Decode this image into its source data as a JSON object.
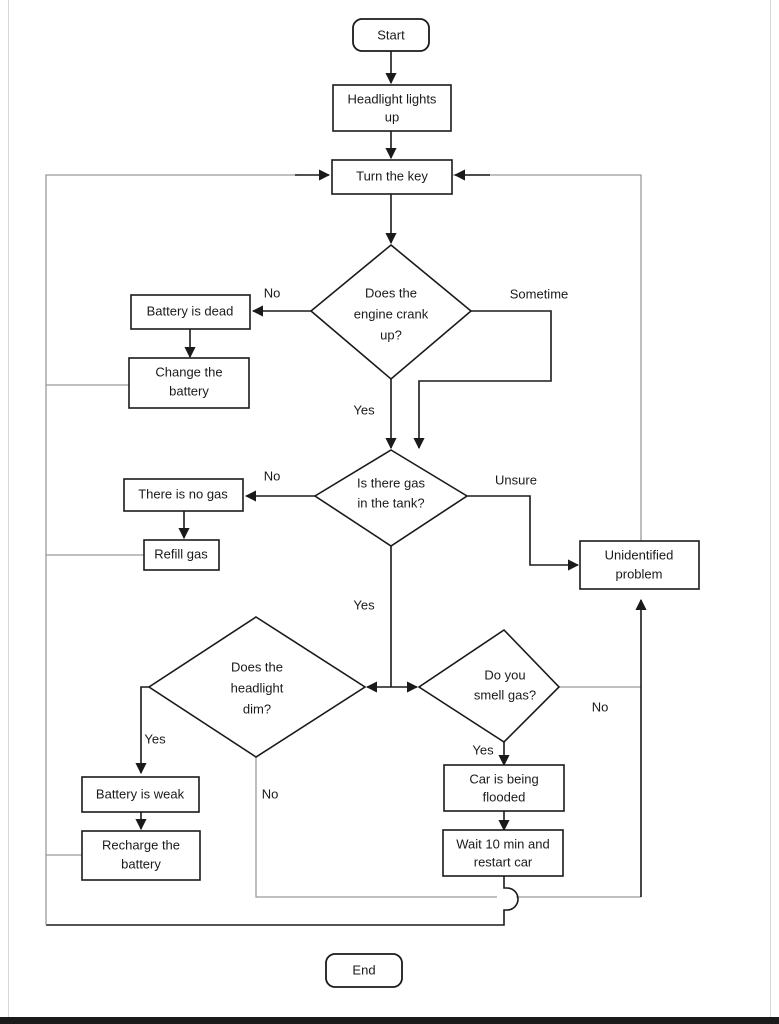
{
  "diagram": {
    "title": "Car will not start troubleshooting flowchart",
    "type": "flowchart",
    "colors": {
      "stroke": "#1a1a1a",
      "fill": "#ffffff",
      "faint_stroke": "#9a9a9a",
      "page_edge": "#d9d9d9",
      "bottom_bar": "#1a1a1a"
    },
    "nodes": [
      {
        "id": "start",
        "shape": "terminator",
        "lines": [
          "Start"
        ]
      },
      {
        "id": "headlight",
        "shape": "process",
        "lines": [
          "Headlight lights",
          "up"
        ]
      },
      {
        "id": "turnkey",
        "shape": "process",
        "lines": [
          "Turn the key"
        ]
      },
      {
        "id": "crank",
        "shape": "decision",
        "lines": [
          "Does the",
          "engine crank",
          "up?"
        ]
      },
      {
        "id": "batdead",
        "shape": "process",
        "lines": [
          "Battery is dead"
        ]
      },
      {
        "id": "changebat",
        "shape": "process",
        "lines": [
          "Change the",
          "battery"
        ]
      },
      {
        "id": "gas",
        "shape": "decision",
        "lines": [
          "Is there gas",
          "in the tank?"
        ]
      },
      {
        "id": "nogas",
        "shape": "process",
        "lines": [
          "There is no gas"
        ]
      },
      {
        "id": "refill",
        "shape": "process",
        "lines": [
          "Refill gas"
        ]
      },
      {
        "id": "unidentified",
        "shape": "process",
        "lines": [
          "Unidentified",
          "problem"
        ]
      },
      {
        "id": "dim",
        "shape": "decision",
        "lines": [
          "Does the",
          "headlight",
          "dim?"
        ]
      },
      {
        "id": "smell",
        "shape": "decision",
        "lines": [
          "Do you",
          "smell gas?"
        ]
      },
      {
        "id": "batweak",
        "shape": "process",
        "lines": [
          "Battery is weak"
        ]
      },
      {
        "id": "recharge",
        "shape": "process",
        "lines": [
          "Recharge the",
          "battery"
        ]
      },
      {
        "id": "flooded",
        "shape": "process",
        "lines": [
          "Car is being",
          "flooded"
        ]
      },
      {
        "id": "wait",
        "shape": "process",
        "lines": [
          "Wait 10 min and",
          "restart car"
        ]
      },
      {
        "id": "end",
        "shape": "terminator",
        "lines": [
          "End"
        ]
      }
    ],
    "edge_labels": [
      {
        "id": "crank-no",
        "text": "No"
      },
      {
        "id": "crank-some",
        "text": "Sometime"
      },
      {
        "id": "crank-yes",
        "text": "Yes"
      },
      {
        "id": "gas-no",
        "text": "No"
      },
      {
        "id": "gas-unsure",
        "text": "Unsure"
      },
      {
        "id": "gas-yes",
        "text": "Yes"
      },
      {
        "id": "dim-yes",
        "text": "Yes"
      },
      {
        "id": "dim-no",
        "text": "No"
      },
      {
        "id": "smell-yes",
        "text": "Yes"
      },
      {
        "id": "smell-no",
        "text": "No"
      }
    ],
    "edges": [
      {
        "from": "start",
        "to": "headlight",
        "label": ""
      },
      {
        "from": "headlight",
        "to": "turnkey",
        "label": ""
      },
      {
        "from": "turnkey",
        "to": "crank",
        "label": ""
      },
      {
        "from": "crank",
        "to": "batdead",
        "label": "No"
      },
      {
        "from": "crank",
        "to": "gas",
        "label": "Sometime"
      },
      {
        "from": "crank",
        "to": "gas",
        "label": "Yes"
      },
      {
        "from": "batdead",
        "to": "changebat",
        "label": ""
      },
      {
        "from": "changebat",
        "to": "turnkey",
        "label": ""
      },
      {
        "from": "gas",
        "to": "nogas",
        "label": "No"
      },
      {
        "from": "gas",
        "to": "unidentified",
        "label": "Unsure"
      },
      {
        "from": "gas",
        "to": "dim",
        "label": "Yes"
      },
      {
        "from": "gas",
        "to": "smell",
        "label": "Yes"
      },
      {
        "from": "nogas",
        "to": "refill",
        "label": ""
      },
      {
        "from": "refill",
        "to": "turnkey",
        "label": ""
      },
      {
        "from": "dim",
        "to": "batweak",
        "label": "Yes"
      },
      {
        "from": "dim",
        "to": "unidentified",
        "label": "No"
      },
      {
        "from": "batweak",
        "to": "recharge",
        "label": ""
      },
      {
        "from": "recharge",
        "to": "turnkey",
        "label": ""
      },
      {
        "from": "smell",
        "to": "flooded",
        "label": "Yes"
      },
      {
        "from": "smell",
        "to": "unidentified",
        "label": "No"
      },
      {
        "from": "flooded",
        "to": "wait",
        "label": ""
      },
      {
        "from": "wait",
        "to": "turnkey",
        "label": ""
      },
      {
        "from": "unidentified",
        "to": "turnkey",
        "label": ""
      }
    ]
  }
}
